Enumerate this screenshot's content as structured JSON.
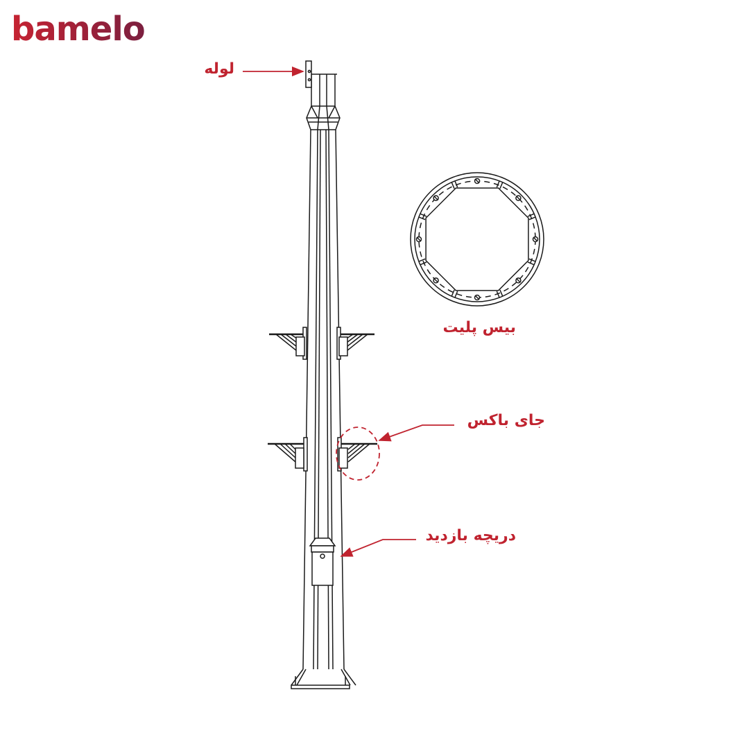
{
  "brand": {
    "name": "bamelo"
  },
  "labels": {
    "pipe": "لوله",
    "base_plate": "بیس پلیت",
    "box_mount": "جای باکس",
    "inspection_hatch": "دریچه بازدید"
  },
  "colors": {
    "accent": "#c0232f",
    "brand_start": "#c62332",
    "brand_end": "#7b1f3f",
    "line": "#1a1a1a"
  }
}
